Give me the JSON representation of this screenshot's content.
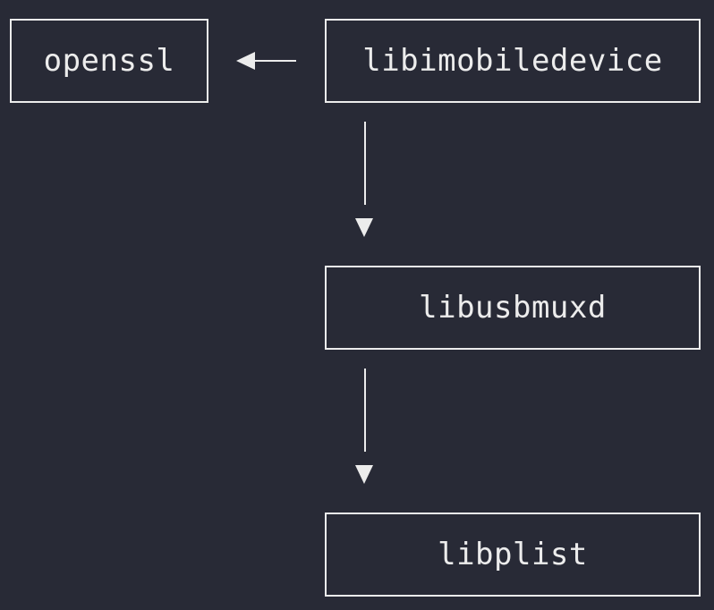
{
  "diagram": {
    "nodes": {
      "openssl": {
        "label": "openssl"
      },
      "libimobiledevice": {
        "label": "libimobiledevice"
      },
      "libusbmuxd": {
        "label": "libusbmuxd"
      },
      "libplist": {
        "label": "libplist"
      }
    },
    "edges": [
      {
        "from": "libimobiledevice",
        "to": "openssl"
      },
      {
        "from": "libimobiledevice",
        "to": "libusbmuxd"
      },
      {
        "from": "libusbmuxd",
        "to": "libplist"
      }
    ]
  },
  "colors": {
    "background": "#282a36",
    "stroke": "#ececec",
    "text": "#ececec"
  }
}
